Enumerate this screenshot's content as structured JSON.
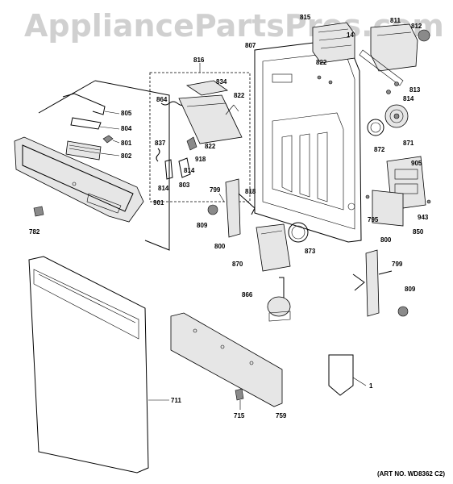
{
  "watermark": "AppliancePartsPros.com",
  "art_number": "(ART NO. WD8362 C2)",
  "callouts": {
    "c805": "805",
    "c804": "804",
    "c801": "801",
    "c802": "802",
    "c901": "901",
    "c782": "782",
    "c816": "816",
    "c834": "834",
    "c864": "864",
    "c822a": "822",
    "c822b": "822",
    "c822c": "822",
    "c837": "837",
    "c918": "918",
    "c814a": "814",
    "c814b": "814",
    "c803": "803",
    "c815": "815",
    "c14": "14",
    "c811": "811",
    "c812": "812",
    "c807": "807",
    "c813": "813",
    "c814c": "814",
    "c872": "872",
    "c871": "871",
    "c905": "905",
    "c795": "795",
    "c943": "943",
    "c850": "850",
    "c799a": "799",
    "c818": "818",
    "c809a": "809",
    "c800a": "800",
    "c870": "870",
    "c873": "873",
    "c866": "866",
    "c800b": "800",
    "c799b": "799",
    "c809b": "809",
    "c711": "711",
    "c715": "715",
    "c759": "759",
    "c1": "1"
  }
}
